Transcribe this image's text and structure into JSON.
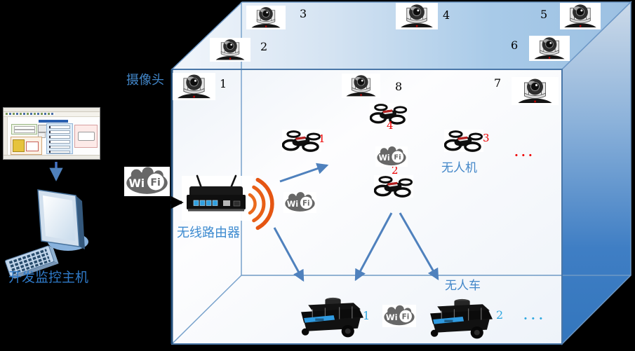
{
  "labels": {
    "camera_group": "摄像头",
    "router": "无线路由器",
    "uav_group": "无人机",
    "ugv_group": "无人车",
    "host": "开发监控主机"
  },
  "cameras": {
    "items": [
      {
        "id": "1"
      },
      {
        "id": "2"
      },
      {
        "id": "3"
      },
      {
        "id": "4"
      },
      {
        "id": "5"
      },
      {
        "id": "6"
      },
      {
        "id": "7"
      },
      {
        "id": "8"
      }
    ]
  },
  "drones": {
    "items": [
      {
        "id": "1"
      },
      {
        "id": "2"
      },
      {
        "id": "3"
      },
      {
        "id": "4"
      }
    ],
    "more": "..."
  },
  "vehicles": {
    "items": [
      {
        "id": "1"
      },
      {
        "id": "2"
      }
    ],
    "more": "..."
  },
  "wifi": {
    "wi": "Wi",
    "fi": "Fi"
  },
  "colors": {
    "label_blue": "#4286C8",
    "host_blue": "#2F7AC8",
    "router_label_blue": "#3E8BD0",
    "camera_number": "#000000",
    "uav_number_red": "#EE0000",
    "ugv_number_cyan": "#2FA8E1",
    "arrow_blue": "#4F81BD",
    "wall_dark_blue": "#3376BD",
    "ceiling_blue": "#A0C4E6",
    "signal_orange": "#E8611B"
  }
}
